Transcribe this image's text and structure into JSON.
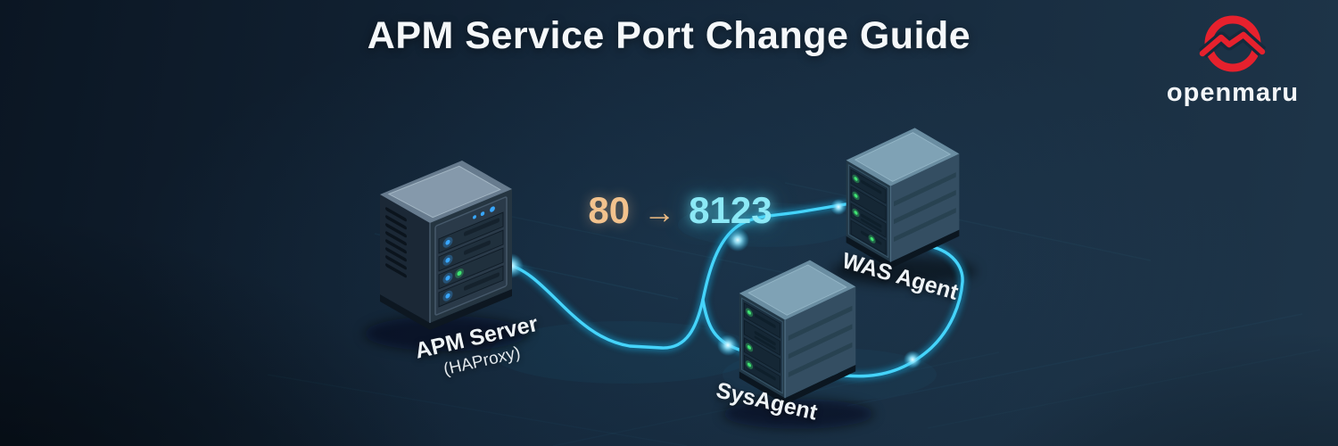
{
  "page": {
    "title_text": "APM Service Port Change Guide"
  },
  "logo": {
    "brand": "openmaru"
  },
  "port_change": {
    "from": "80",
    "arrow": "→",
    "to": "8123"
  },
  "nodes": {
    "apm": {
      "label": "APM Server",
      "sublabel": "(HAProxy)"
    },
    "sysagent": {
      "label": "SysAgent"
    },
    "was": {
      "label": "WAS Agent"
    }
  },
  "colors": {
    "bg_top": "#1e3549",
    "bg_mid": "#14273a",
    "bg_bottom": "#0b1623",
    "cable": "#45d4fb",
    "cable_glow": "#189ccc",
    "port_from": "#f2c28d",
    "port_to": "#8ce9f6",
    "logo_red": "#e6212d",
    "led_blue": "#38a7ff",
    "led_green": "#3fe573",
    "label_text": "#eef3f6",
    "title_color": "#f5f8fa"
  }
}
